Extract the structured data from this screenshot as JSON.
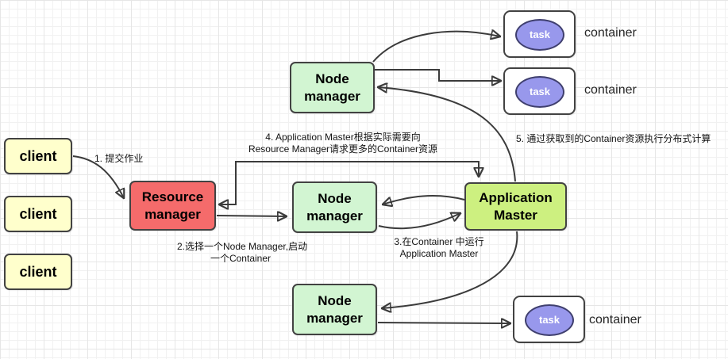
{
  "nodes": {
    "clients": [
      "client",
      "client",
      "client"
    ],
    "resource_manager": "Resource manager",
    "node_managers": [
      "Node manager",
      "Node manager",
      "Node manager"
    ],
    "application_master": "Application Master"
  },
  "containers": [
    {
      "task": "task",
      "label": "container"
    },
    {
      "task": "task",
      "label": "container"
    },
    {
      "task": "task",
      "label": "container"
    }
  ],
  "steps": {
    "step1": "1. 提交作业",
    "step2_line1": "2.选择一个Node Manager,启动",
    "step2_line2": "一个Container",
    "step3_line1": "3.在Container 中运行",
    "step3_line2": "Application Master",
    "step4_line1": "4. Application Master根据实际需要向",
    "step4_line2": "Resource Manager请求更多的Container资源",
    "step5": "5. 通过获取到的Container资源执行分布式计算"
  },
  "colors": {
    "client_fill": "#ffffcc",
    "resource_manager_fill": "#f56b6b",
    "node_manager_fill": "#d2f5d2",
    "application_master_fill": "#cdf080",
    "task_fill": "#9898ec",
    "container_fill": "#ffffff",
    "box_border": "#424242",
    "arrow": "#3b3b3b"
  }
}
